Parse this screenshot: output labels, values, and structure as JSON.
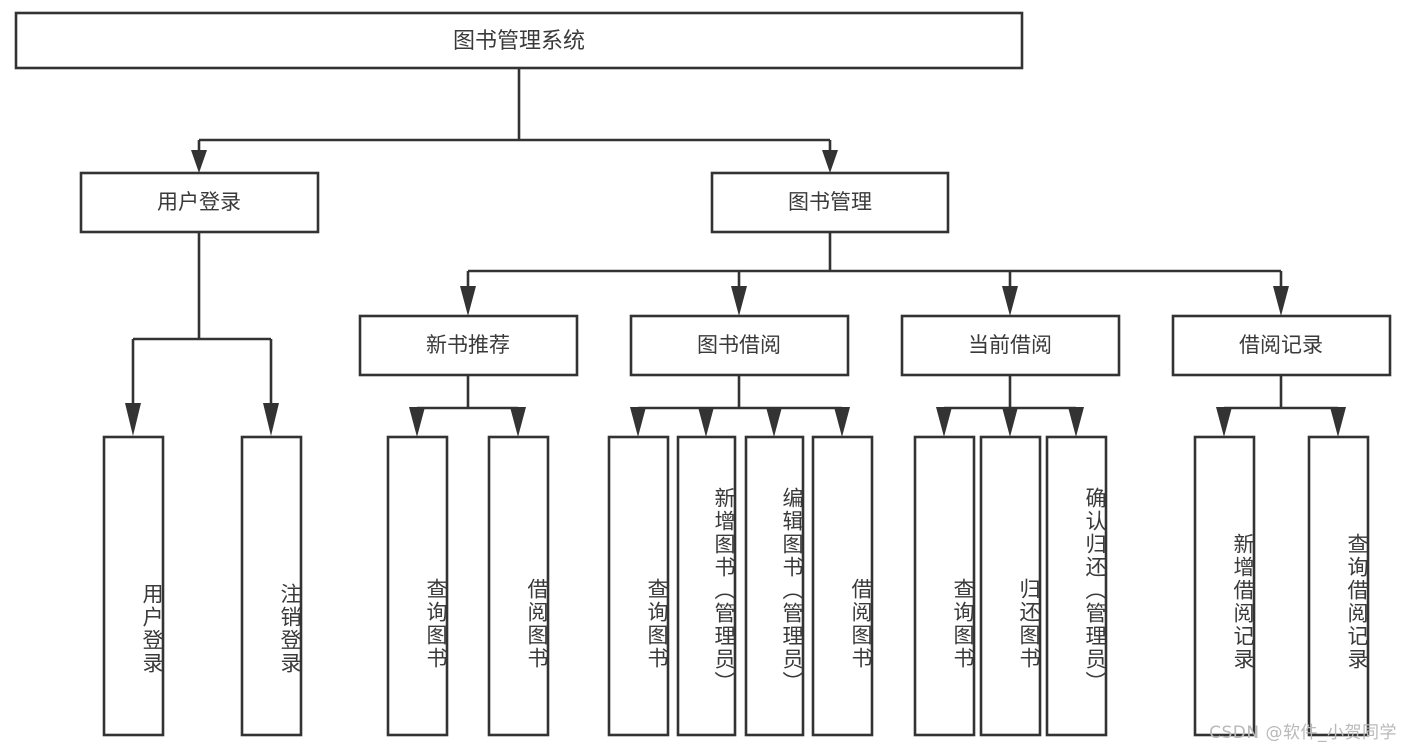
{
  "diagram": {
    "type": "tree-hierarchy-chart",
    "title": "图书管理系统",
    "watermark": "CSDN @软件_小贺同学",
    "colors": {
      "stroke": "#333333",
      "fill": "#ffffff",
      "text": "#3a3a3a",
      "watermark": "#b9b9b9",
      "background": "#ffffff"
    },
    "levels": {
      "level0": [
        {
          "id": "root",
          "label": "图书管理系统",
          "orientation": "horizontal"
        }
      ],
      "level1": [
        {
          "id": "user-login",
          "label": "用户登录",
          "orientation": "horizontal",
          "parent": "root"
        },
        {
          "id": "book-manage",
          "label": "图书管理",
          "orientation": "horizontal",
          "parent": "root"
        }
      ],
      "level2": [
        {
          "id": "new-book-rec",
          "label": "新书推荐",
          "orientation": "horizontal",
          "parent": "book-manage"
        },
        {
          "id": "book-borrow",
          "label": "图书借阅",
          "orientation": "horizontal",
          "parent": "book-manage"
        },
        {
          "id": "current-borrow",
          "label": "当前借阅",
          "orientation": "horizontal",
          "parent": "book-manage"
        },
        {
          "id": "borrow-record",
          "label": "借阅记录",
          "orientation": "horizontal",
          "parent": "book-manage"
        }
      ],
      "level3": [
        {
          "id": "leaf-user-login",
          "label": "用户登录",
          "orientation": "vertical",
          "parent": "user-login"
        },
        {
          "id": "leaf-logout",
          "label": "注销登录",
          "orientation": "vertical",
          "parent": "user-login"
        },
        {
          "id": "leaf-query-book-1",
          "label": "查询图书",
          "orientation": "vertical",
          "parent": "new-book-rec"
        },
        {
          "id": "leaf-borrow-book-1",
          "label": "借阅图书",
          "orientation": "vertical",
          "parent": "new-book-rec"
        },
        {
          "id": "leaf-query-book-2",
          "label": "查询图书",
          "orientation": "vertical",
          "parent": "book-borrow"
        },
        {
          "id": "leaf-add-book",
          "label": "新增图书（管理员）",
          "orientation": "vertical",
          "parent": "book-borrow"
        },
        {
          "id": "leaf-edit-book",
          "label": "编辑图书（管理员）",
          "orientation": "vertical",
          "parent": "book-borrow"
        },
        {
          "id": "leaf-borrow-book-2",
          "label": "借阅图书",
          "orientation": "vertical",
          "parent": "book-borrow"
        },
        {
          "id": "leaf-query-book-3",
          "label": "查询图书",
          "orientation": "vertical",
          "parent": "current-borrow"
        },
        {
          "id": "leaf-return-book",
          "label": "归还图书",
          "orientation": "vertical",
          "parent": "current-borrow"
        },
        {
          "id": "leaf-confirm-return",
          "label": "确认归还（管理员）",
          "orientation": "vertical",
          "parent": "current-borrow"
        },
        {
          "id": "leaf-add-record",
          "label": "新增借阅记录",
          "orientation": "vertical",
          "parent": "borrow-record"
        },
        {
          "id": "leaf-query-record",
          "label": "查询借阅记录",
          "orientation": "vertical",
          "parent": "borrow-record"
        }
      ]
    }
  }
}
